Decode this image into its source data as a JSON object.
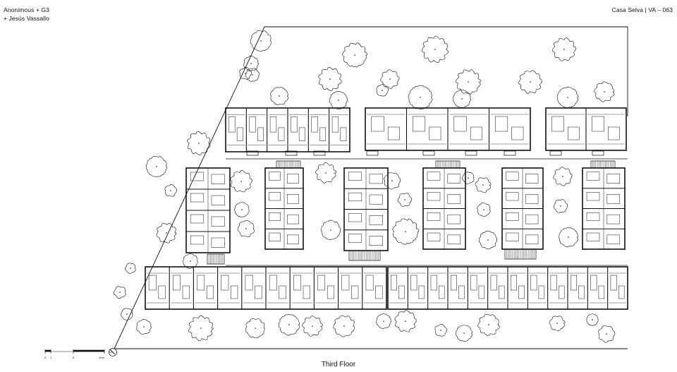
{
  "header": {
    "credit_line1": "Anonimous + G3",
    "credit_line2": "+ Jesús Vassallo",
    "project": "Casa Selva | VA – 063"
  },
  "caption": "Third Floor",
  "scale_bar": {
    "labels": [
      "0",
      "1",
      "5",
      "10m"
    ]
  },
  "icons": {
    "north": "north-arrow-icon"
  },
  "colors": {
    "line": "#111111",
    "background": "#ffffff"
  }
}
